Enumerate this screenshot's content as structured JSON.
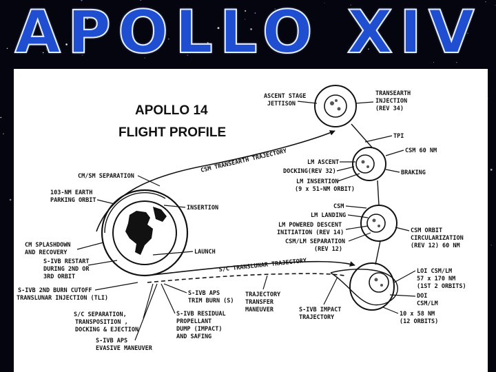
{
  "slide_title": "APOLLO XIV",
  "diagram_title": [
    "APOLLO 14",
    "FLIGHT PROFILE"
  ],
  "labels": {
    "ascent_stage": [
      "ASCENT STAGE",
      "JETTISON"
    ],
    "transearth_injection": [
      "TRANSEARTH",
      "INJECTION",
      "(REV 34)"
    ],
    "tpi": "TPI",
    "csm_60nm_top": "CSM 60 NM",
    "braking": "BRAKING",
    "lm_ascent": "LM ASCENT",
    "docking": "DOCKING(REV 32)",
    "lm_insertion": [
      "LM INSERTION",
      "(9 x 51-NM ORBIT)"
    ],
    "csm_mid": "CSM",
    "lm_landing": "LM LANDING",
    "lm_powered_descent": [
      "LM POWERED DESCENT",
      "INITIATION (REV 14)"
    ],
    "csm_lm_separation": [
      "CSM/LM SEPARATION",
      "(REV 12)"
    ],
    "csm_orbit_circ": [
      "CSM ORBIT",
      "CIRCULARIZATION",
      "(REV 12) 60 NM"
    ],
    "loi": [
      "LOI CSM/LM",
      "57 x 170 NM",
      "(1ST 2 ORBITS)"
    ],
    "doi": [
      "DOI",
      "CSM/LM"
    ],
    "orbit_10x58": [
      "10 x 58 NM",
      "(12 ORBITS)"
    ],
    "csm_transearth": "CSM TRANSEARTH TRAJECTORY",
    "sc_translunar": "S/C TRANSLUNAR TRAJECTORY",
    "cm_sm_separation": "CM/SM SEPARATION",
    "parking_orbit": [
      "103-NM EARTH",
      "PARKING ORBIT"
    ],
    "insertion": "INSERTION",
    "cm_splashdown": [
      "CM SPLASHDOWN",
      "AND RECOVERY"
    ],
    "sivb_restart": [
      "S-IVB RESTART",
      "DURING 2ND OR",
      "3RD ORBIT"
    ],
    "launch": "LAUNCH",
    "sivb_2nd_burn": [
      "S-IVB 2ND BURN CUTOFF",
      "TRANSLUNAR INJECTION (TLI)"
    ],
    "sc_separation": [
      "S/C SEPARATION,",
      "TRANSPOSITION ,",
      "DOCKING & EJECTION"
    ],
    "sivb_aps_trim": [
      "S-IVB APS",
      "TRIM BURN (S)"
    ],
    "sivb_residual": [
      "S-IVB RESIDUAL",
      "PROPELLANT",
      "DUMP (IMPACT)",
      "AND SAFING"
    ],
    "sivb_aps_evasive": [
      "S-IVB APS",
      "EVASIVE MANEUVER"
    ],
    "trajectory_transfer": [
      "TRAJECTORY",
      "TRANSFER",
      "MANEUVER"
    ],
    "sivb_impact": [
      "S-IVB IMPACT",
      "TRAJECTORY"
    ]
  }
}
